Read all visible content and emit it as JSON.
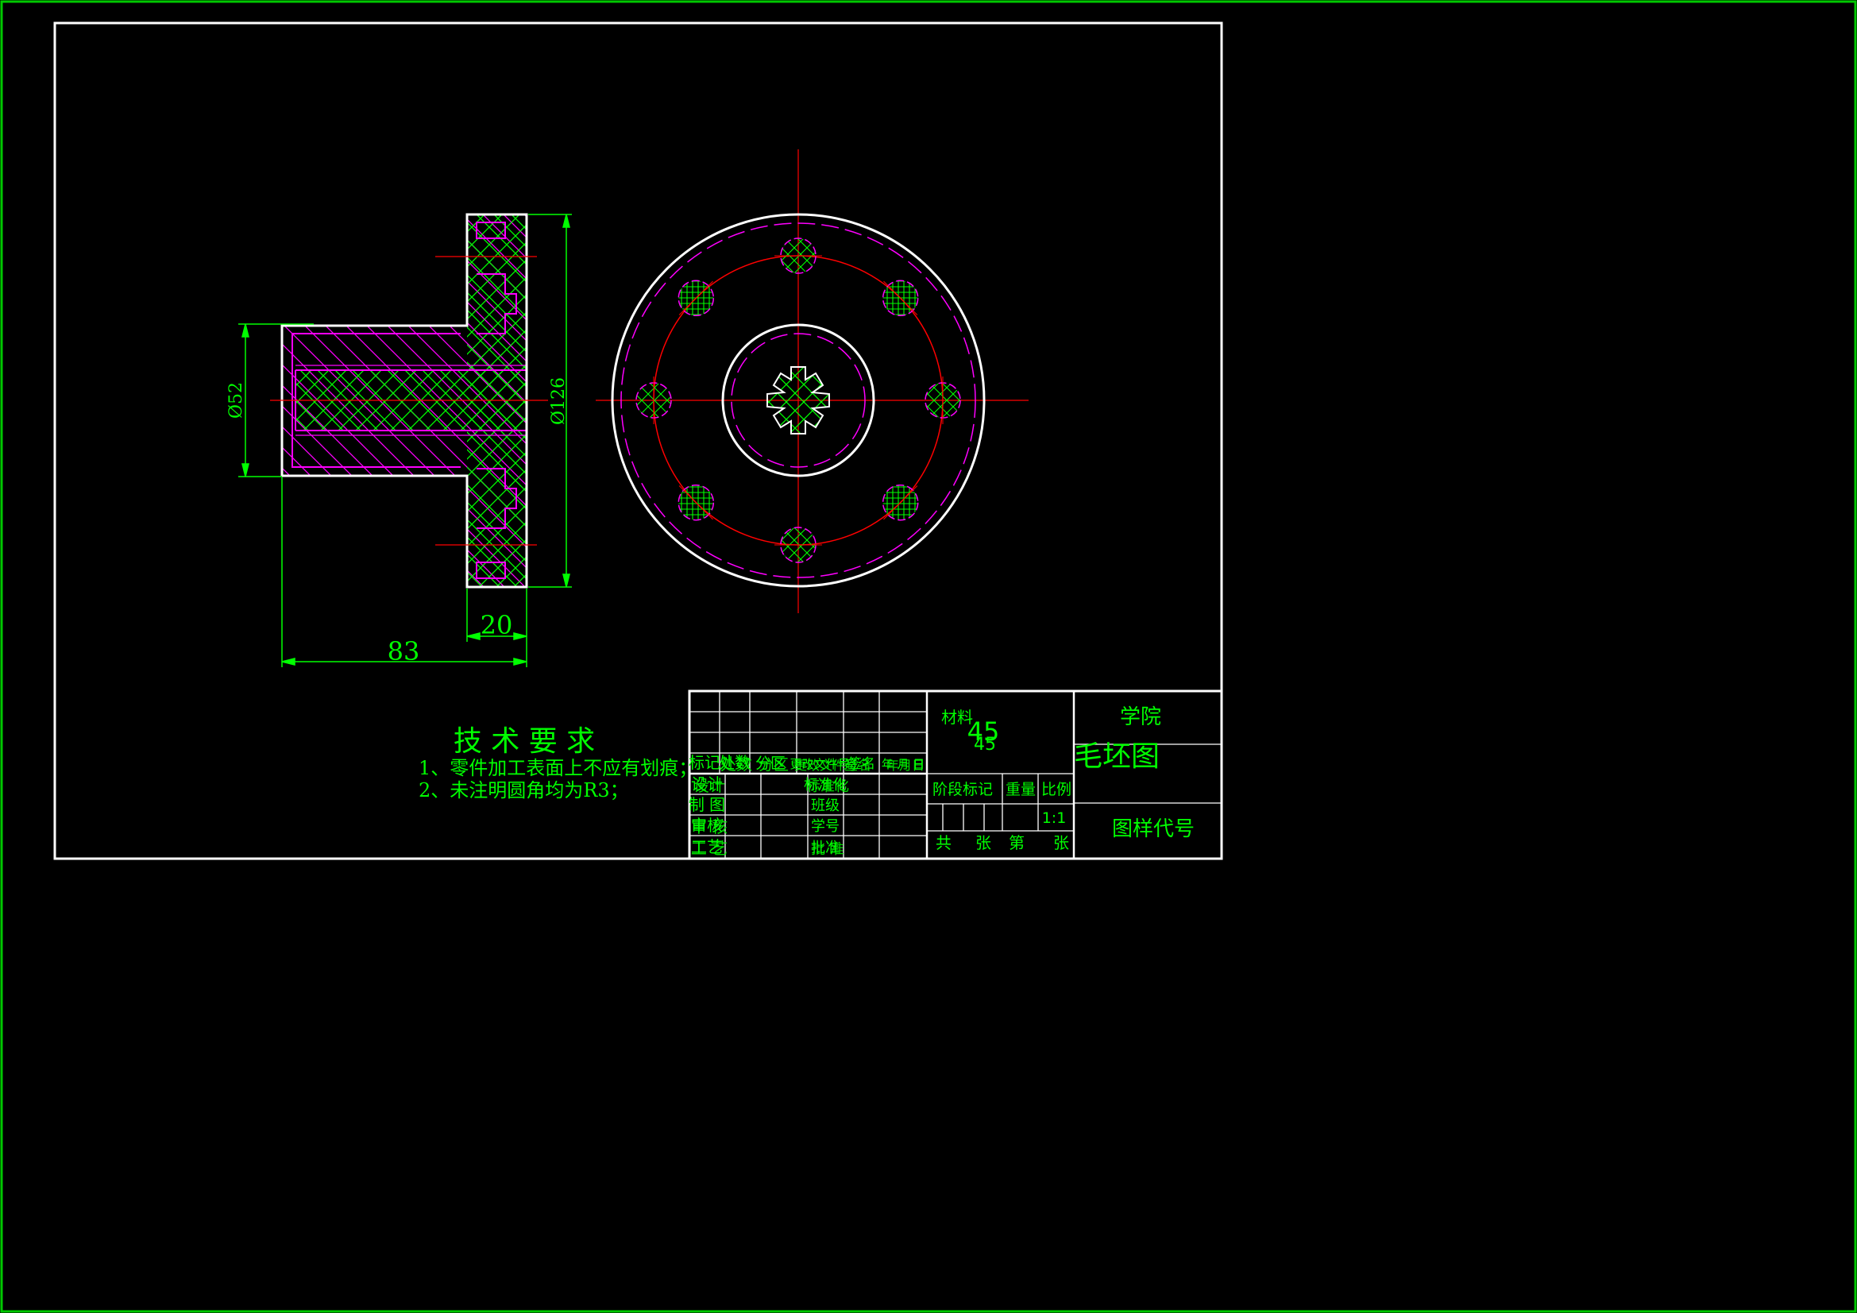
{
  "colors": {
    "background": "#000000",
    "frame": "#ffffff",
    "outer_border": "#00c800",
    "outline": "#ffffff",
    "hatch_green": "#00ff00",
    "hatch_magenta": "#ff00ff",
    "centerline": "#ff0000",
    "dimension": "#00ff00",
    "text": "#00ff00"
  },
  "dimensions": {
    "dia_52": "Ø52",
    "dia_126": "Ø126",
    "len_20": "20",
    "len_83": "83"
  },
  "tech_req": {
    "title": "技 术 要 求",
    "items": [
      "1、零件加工表面上不应有划痕；",
      "2、未注明圆角均为R3；"
    ]
  },
  "title_block": {
    "header_cols": [
      "标记",
      "处数",
      "分区",
      "更改文件号",
      "签名",
      "年 月 日"
    ],
    "header_overlay": [
      "处数",
      "分区",
      "更改文件号",
      "签名",
      "年月日"
    ],
    "left_rows": [
      "设计",
      "制 图",
      "审核",
      "工艺"
    ],
    "left_rows_overlay": [
      "设计",
      "",
      "审 核",
      "工 艺"
    ],
    "mid_rows": [
      "标准化",
      "班级",
      "学号",
      "批准"
    ],
    "mid_rows_overlay": [
      "标准化",
      "",
      "",
      "批 准"
    ],
    "material_label": "材料",
    "material_value": "45",
    "material_value_2": "45",
    "stage_label": "阶段标记",
    "weight_label": "重量",
    "scale_label": "比例",
    "scale_value": "1:1",
    "sheet_total": "共",
    "sheet_unit": "张",
    "sheet_num": "第",
    "sheet_unit_2": "张",
    "school": "学院",
    "drawing_name": "毛坯图",
    "drawing_code": "图样代号"
  }
}
